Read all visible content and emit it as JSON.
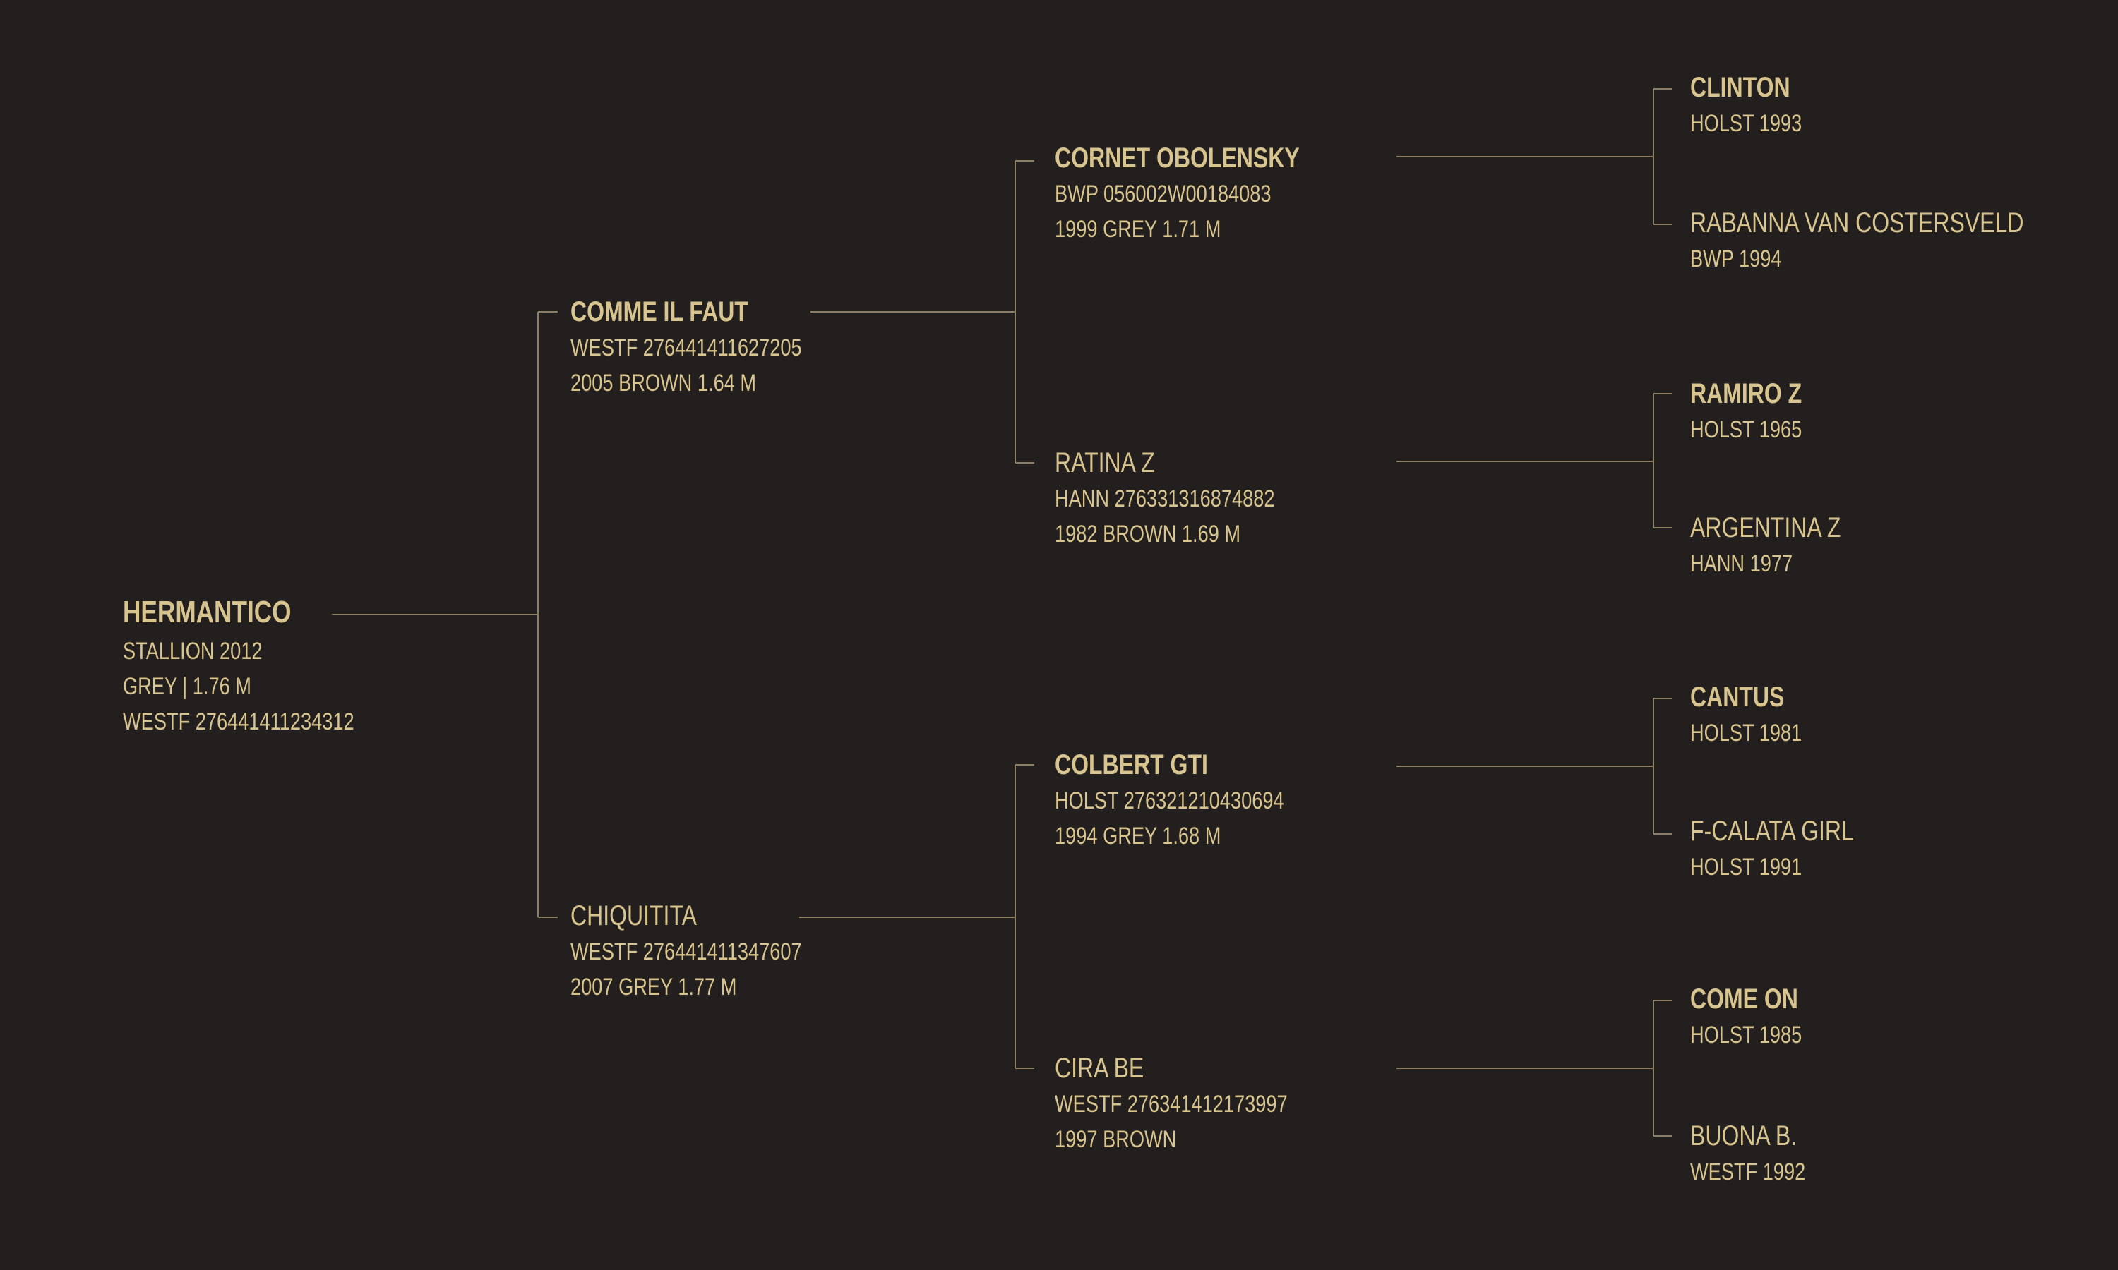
{
  "colors": {
    "background": "#221f1e",
    "text": "#d8c48e",
    "line": "#8a7f63"
  },
  "pedigree": {
    "subject": {
      "name": "HERMANTICO",
      "lines": [
        "STALLION 2012",
        "GREY | 1.76 M",
        "WESTF 276441411234312"
      ],
      "bold": true
    },
    "sire": {
      "name": "COMME IL FAUT",
      "lines": [
        "WESTF 276441411627205",
        "2005 BROWN 1.64 M"
      ],
      "bold": true
    },
    "dam": {
      "name": "CHIQUITITA",
      "lines": [
        "WESTF 276441411347607",
        "2007 GREY 1.77 M"
      ],
      "bold": false
    },
    "sire_sire": {
      "name": "CORNET OBOLENSKY",
      "lines": [
        "BWP 056002W00184083",
        "1999 GREY 1.71 M"
      ],
      "bold": true
    },
    "sire_dam": {
      "name": "RATINA Z",
      "lines": [
        "HANN 276331316874882",
        "1982 BROWN 1.69 M"
      ],
      "bold": false
    },
    "dam_sire": {
      "name": "COLBERT GTI",
      "lines": [
        "HOLST 276321210430694",
        "1994 GREY 1.68 M"
      ],
      "bold": true
    },
    "dam_dam": {
      "name": "CIRA BE",
      "lines": [
        "WESTF 276341412173997",
        "1997 BROWN"
      ],
      "bold": false
    },
    "ggp": [
      {
        "name": "CLINTON",
        "lines": [
          "HOLST 1993"
        ],
        "bold": true
      },
      {
        "name": "RABANNA VAN COSTERSVELD",
        "lines": [
          "BWP 1994"
        ],
        "bold": false
      },
      {
        "name": "RAMIRO Z",
        "lines": [
          "HOLST 1965"
        ],
        "bold": true
      },
      {
        "name": "ARGENTINA Z",
        "lines": [
          "HANN 1977"
        ],
        "bold": false
      },
      {
        "name": "CANTUS",
        "lines": [
          "HOLST 1981"
        ],
        "bold": true
      },
      {
        "name": "F-CALATA GIRL",
        "lines": [
          "HOLST 1991"
        ],
        "bold": false
      },
      {
        "name": "COME ON",
        "lines": [
          "HOLST 1985"
        ],
        "bold": true
      },
      {
        "name": "BUONA B.",
        "lines": [
          "WESTF 1992"
        ],
        "bold": false
      }
    ]
  }
}
